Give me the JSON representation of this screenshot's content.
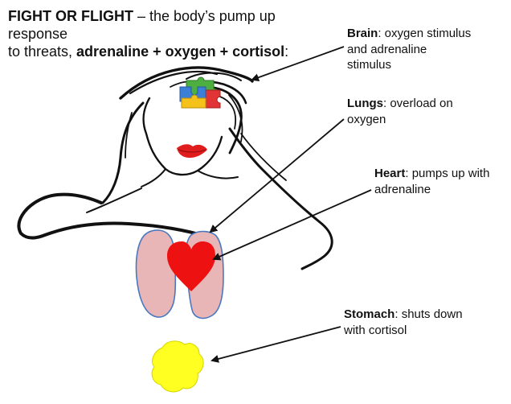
{
  "headline": {
    "bold1": "FIGHT OR FLIGHT",
    "rest1": " – the body’s pump up response",
    "rest2": "to threats, ",
    "bold2": "adrenaline + oxygen + cortisol",
    "end": ":"
  },
  "labels": {
    "brain": {
      "term": "Brain",
      "desc1": ": oxygen stimulus",
      "desc2": "and adrenaline",
      "desc3": "stimulus"
    },
    "lungs": {
      "term": "Lungs",
      "desc1": ": overload on",
      "desc2": "oxygen"
    },
    "heart": {
      "term": "Heart",
      "desc1": ": pumps up with",
      "desc2": "adrenaline"
    },
    "stomach": {
      "term": "Stomach",
      "desc1": ": shuts down",
      "desc2": "with cortisol"
    }
  },
  "colors": {
    "lungs_fill": "#e8b6b6",
    "lungs_stroke": "#4a78c0",
    "heart": "#ee1111",
    "lips": "#e01c1c",
    "stomach": "#ffff22",
    "puzzle_blue": "#3b7fd6",
    "puzzle_green": "#4caf3f",
    "puzzle_yellow": "#f4c21b",
    "puzzle_red": "#e23434",
    "line": "#111111"
  }
}
